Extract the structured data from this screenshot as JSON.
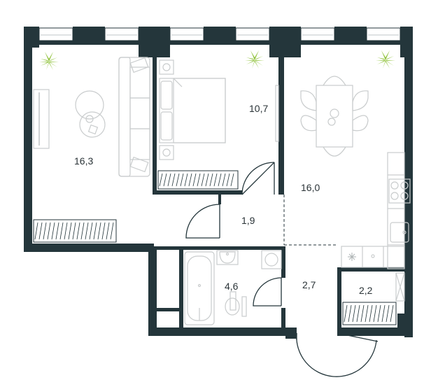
{
  "plan": {
    "rooms": [
      {
        "id": "living",
        "area": "16,3"
      },
      {
        "id": "bedroom",
        "area": "10,7"
      },
      {
        "id": "kitchen-living",
        "area": "16,0"
      },
      {
        "id": "hall",
        "area": "1,9"
      },
      {
        "id": "bathroom",
        "area": "4,6"
      },
      {
        "id": "entrance",
        "area": "2,7"
      },
      {
        "id": "storage",
        "area": "2,2"
      }
    ],
    "colors": {
      "wall": "#24363b",
      "furniture": "#c9cccd",
      "plant": "#8fc23b",
      "background": "#ffffff"
    },
    "icons": [
      "plant-icon",
      "stove-icon",
      "sink-icon",
      "toilet-icon",
      "bathtub-icon",
      "washing-machine-icon",
      "bed-icon",
      "sofa-icon",
      "dining-table-icon"
    ]
  }
}
